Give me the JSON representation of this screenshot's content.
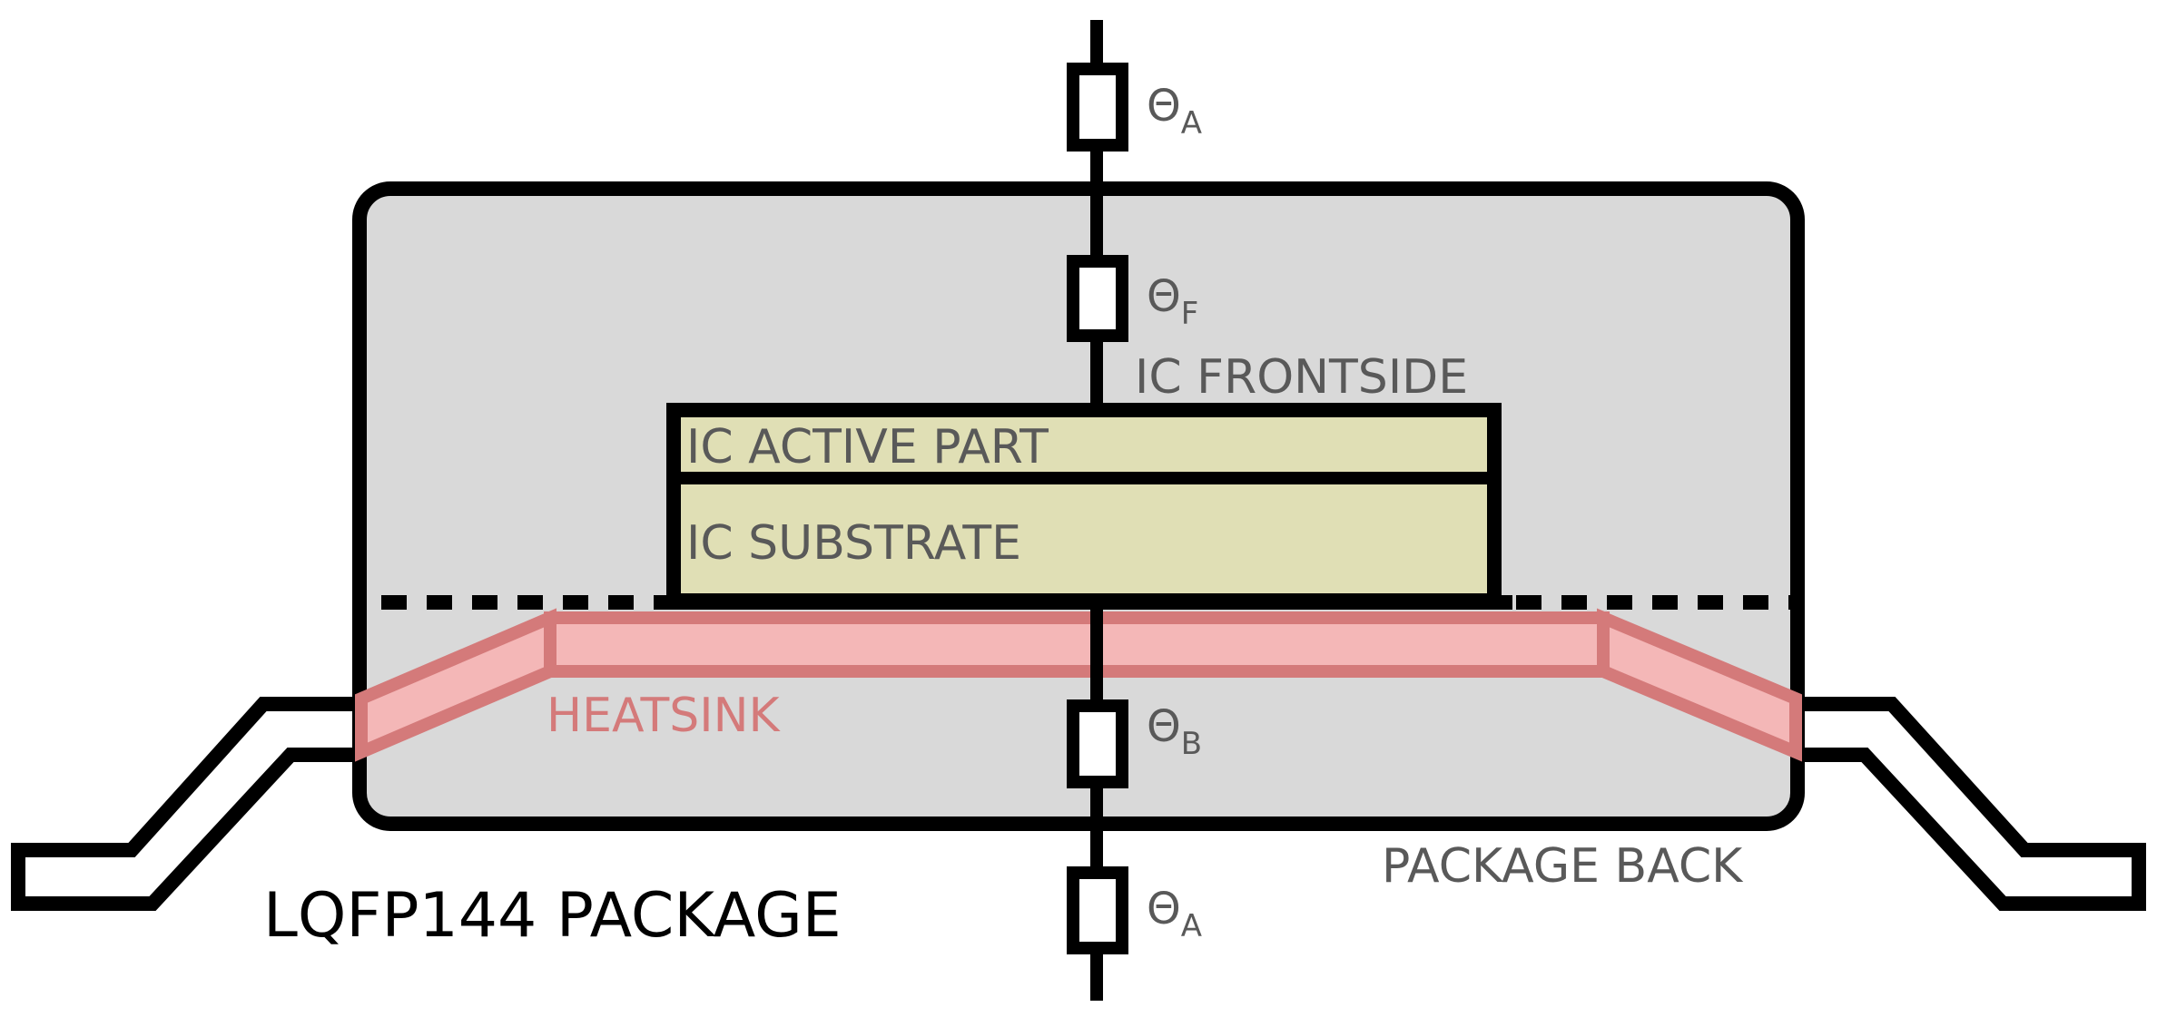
{
  "colors": {
    "package_fill": "#d9d9d9",
    "ic_fill": "#e0dfb5",
    "heatsink_fill": "#f4b7b7",
    "heatsink_stroke": "#d47a7a",
    "outline": "#000000",
    "label_grey": "#595959",
    "label_black": "#000000"
  },
  "resistors": [
    {
      "symbol": "Θ",
      "sub": "A"
    },
    {
      "symbol": "Θ",
      "sub": "F"
    },
    {
      "symbol": "Θ",
      "sub": "B"
    },
    {
      "symbol": "Θ",
      "sub": "A"
    }
  ],
  "labels": {
    "ic_frontside": "IC FRONTSIDE",
    "ic_active_part": "IC ACTIVE PART",
    "ic_substrate": "IC SUBSTRATE",
    "heatsink": "HEATSINK",
    "package_back": "PACKAGE BACK",
    "package_name": "LQFP144 PACKAGE"
  }
}
